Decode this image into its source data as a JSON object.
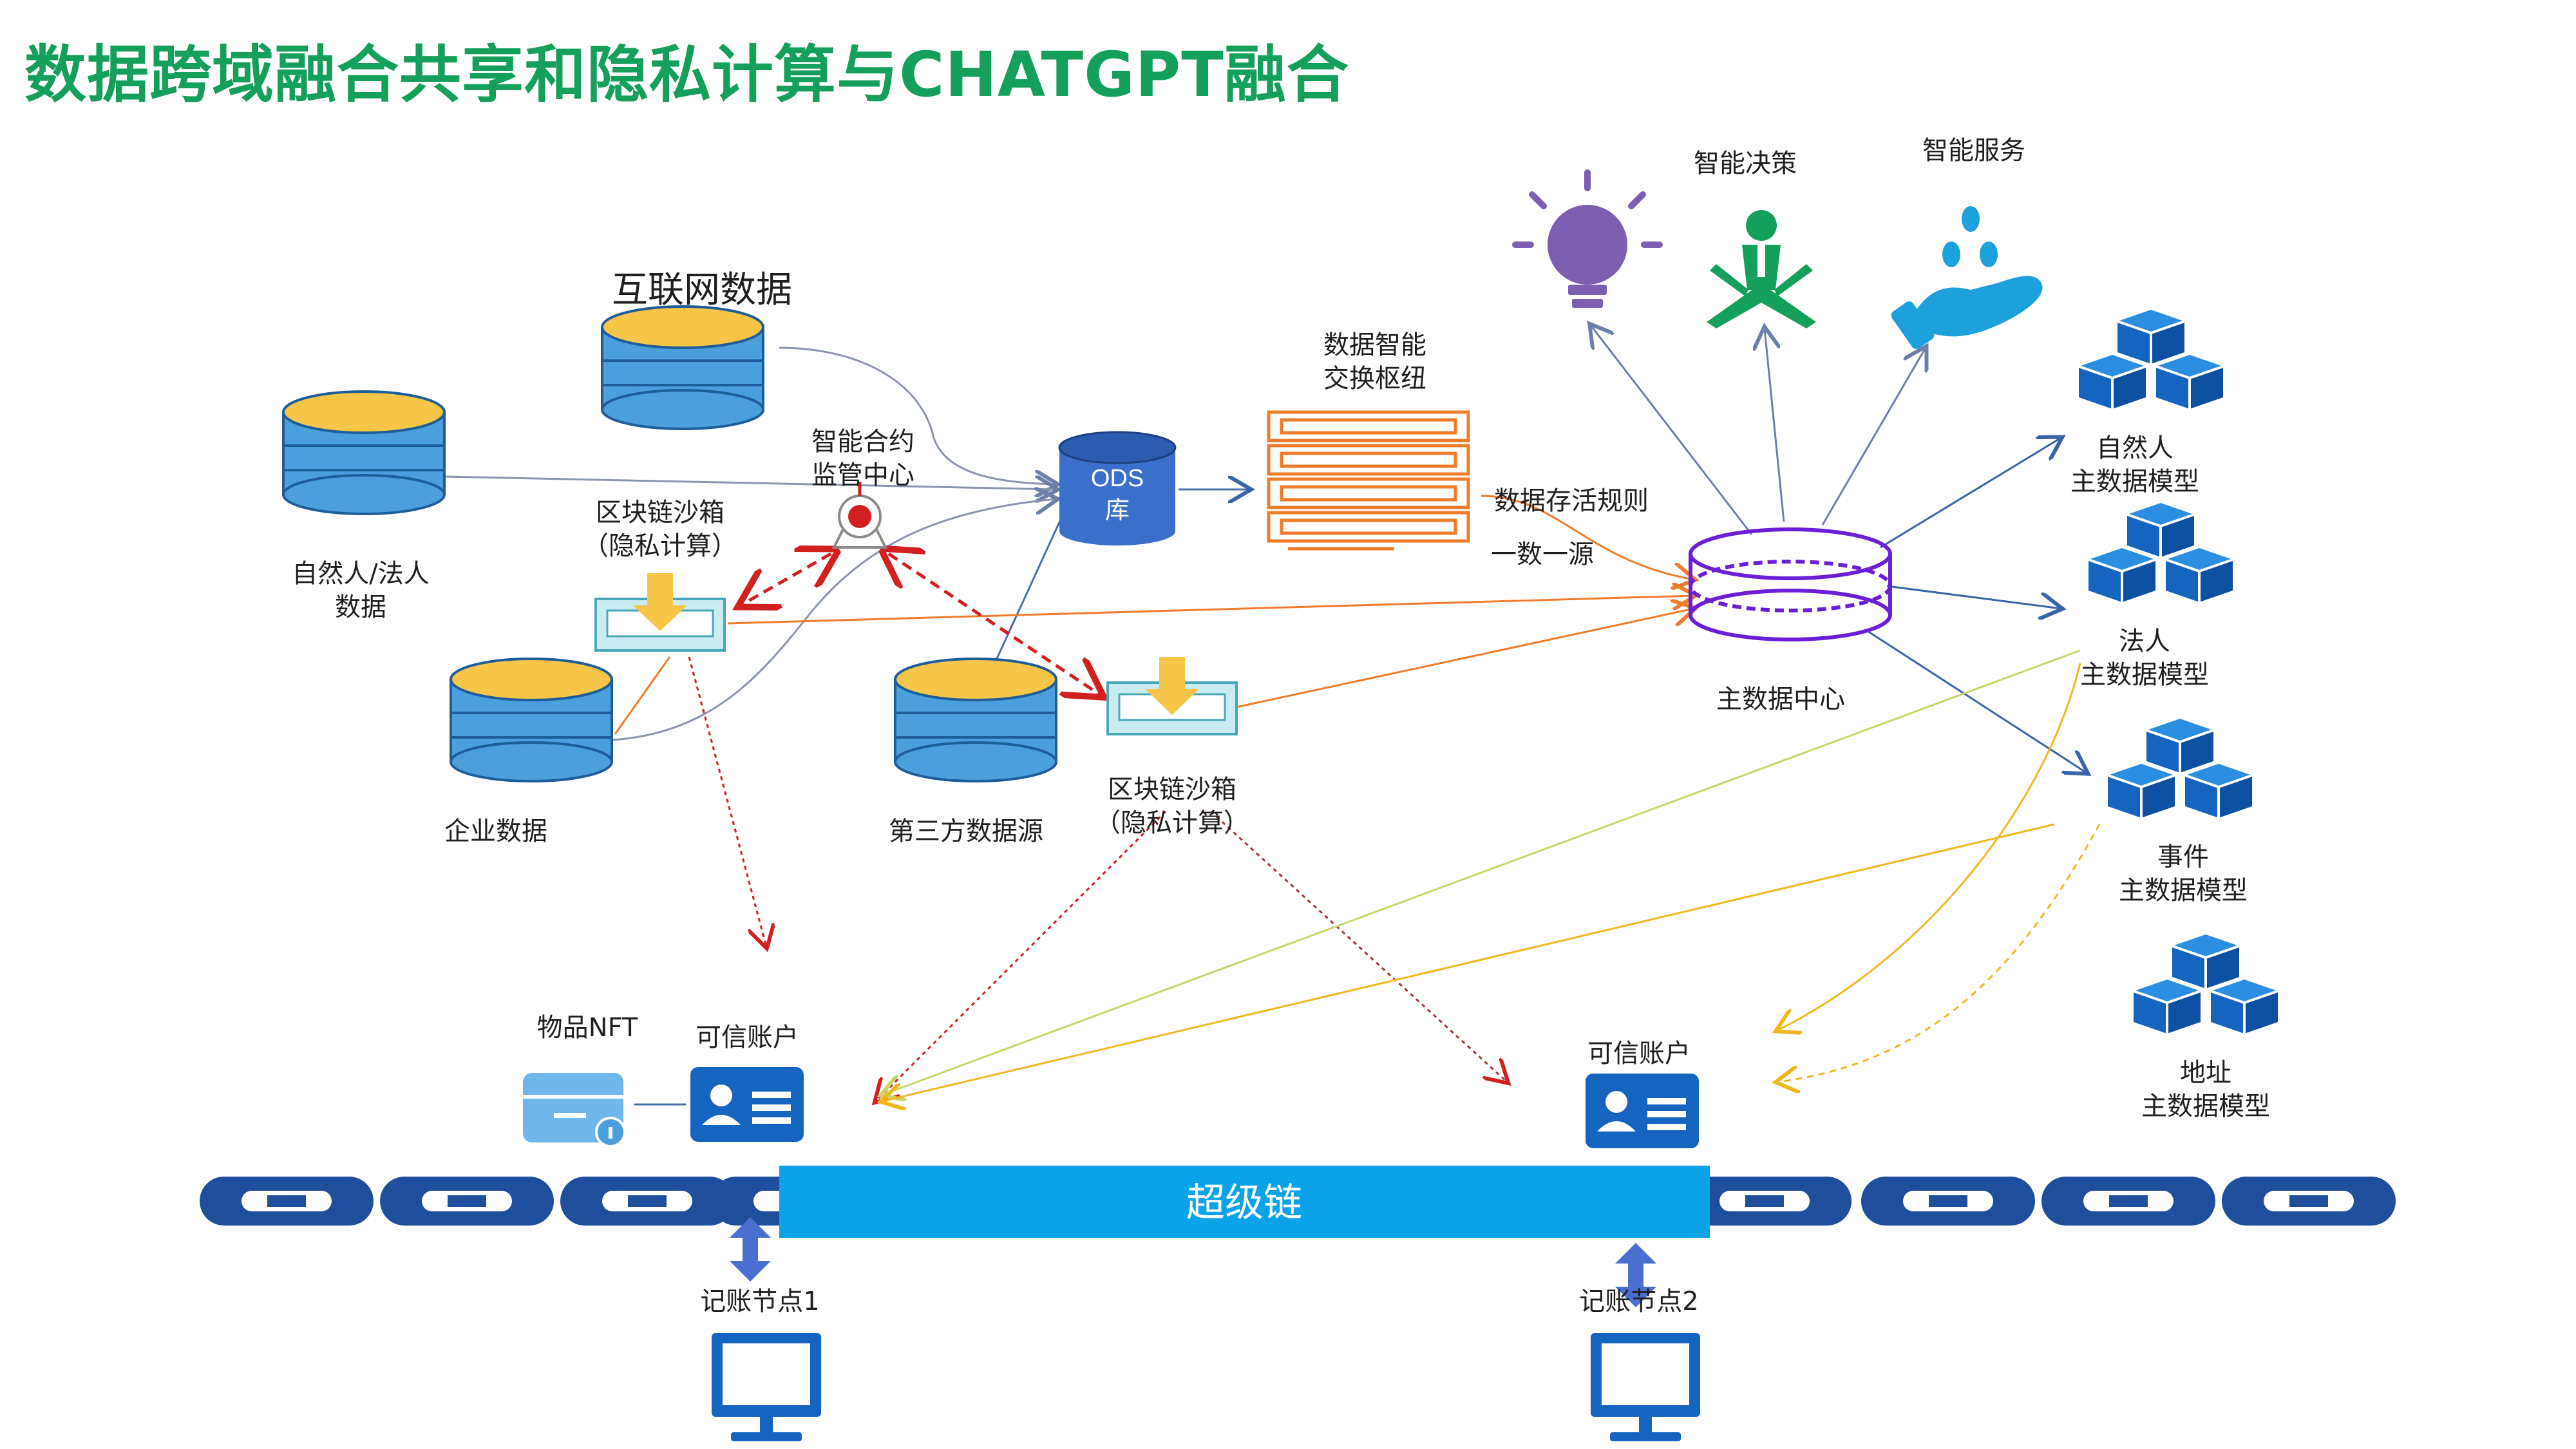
{
  "title": "数据跨域融合共享和隐私计算与CHATGPT融合",
  "sources": {
    "internet": "互联网数据",
    "natural_legal": [
      "自然人/法人",
      "数据"
    ],
    "enterprise": "企业数据",
    "third_party": "第三方数据源"
  },
  "smart_contract": [
    "智能合约",
    "监管中心"
  ],
  "sandbox_1": [
    "区块链沙箱",
    "（隐私计算）"
  ],
  "sandbox_2": [
    "区块链沙箱",
    "（隐私计算）"
  ],
  "ods": [
    "ODS",
    "库"
  ],
  "exchange_hub": [
    "数据智能",
    "交换枢纽"
  ],
  "rules": [
    "数据存活规则",
    "一数一源"
  ],
  "master_center": "主数据中心",
  "top_apps": {
    "decision": "智能决策",
    "service": "智能服务"
  },
  "models": [
    [
      "自然人",
      "主数据模型"
    ],
    [
      "法人",
      "主数据模型"
    ],
    [
      "事件",
      "主数据模型"
    ],
    [
      "地址",
      "主数据模型"
    ]
  ],
  "nft": "物品NFT",
  "trusted_account_1": "可信账户",
  "trusted_account_2": "可信账户",
  "super_chain": "超级链",
  "ledger_node_1": "记账节点1",
  "ledger_node_2": "记账节点2",
  "colors": {
    "title_green": "#14a05a",
    "db_blue": "#4a9fdc",
    "db_top": "#f7c548",
    "chain_blue": "#1f4e9c",
    "super_chain_blue": "#0aa3e8",
    "icon_blue": "#1565c0",
    "exchange_orange": "#ef7c2a",
    "master_purple": "#6a1fd6"
  }
}
